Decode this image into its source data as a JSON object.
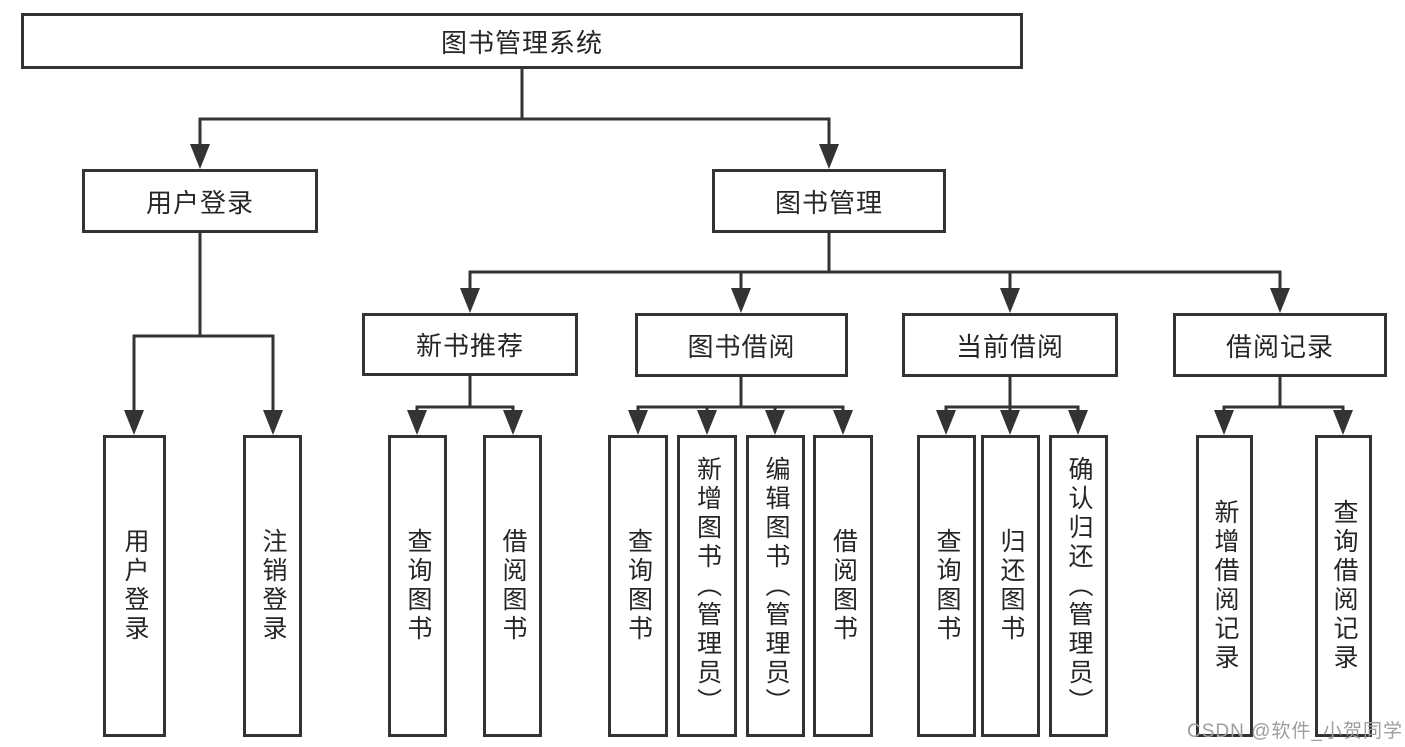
{
  "diagram": {
    "root": {
      "label": "图书管理系统"
    },
    "branches": {
      "user_login": {
        "label": "用户登录",
        "leaves": {
          "login": "用户登录",
          "logout": "注销登录"
        }
      },
      "book_management": {
        "label": "图书管理",
        "sections": {
          "new_book_recommend": {
            "label": "新书推荐",
            "leaves": {
              "query_books": "查询图书",
              "borrow_books": "借阅图书"
            }
          },
          "book_borrowing": {
            "label": "图书借阅",
            "leaves": {
              "query_books": "查询图书",
              "add_books_admin": "新增图书（管理员）",
              "edit_books_admin": "编辑图书（管理员）",
              "borrow_books": "借阅图书"
            }
          },
          "current_borrowing": {
            "label": "当前借阅",
            "leaves": {
              "query_books": "查询图书",
              "return_books": "归还图书",
              "confirm_return_admin": "确认归还（管理员）"
            }
          },
          "borrowing_records": {
            "label": "借阅记录",
            "leaves": {
              "add_record": "新增借阅记录",
              "query_record": "查询借阅记录"
            }
          }
        }
      }
    }
  },
  "watermark": {
    "text": "CSDN @软件_小贺同学"
  },
  "colors": {
    "line": "#333333",
    "box_border": "#333333",
    "text": "#262626",
    "watermark": "#9e9e9e",
    "background": "#ffffff"
  }
}
